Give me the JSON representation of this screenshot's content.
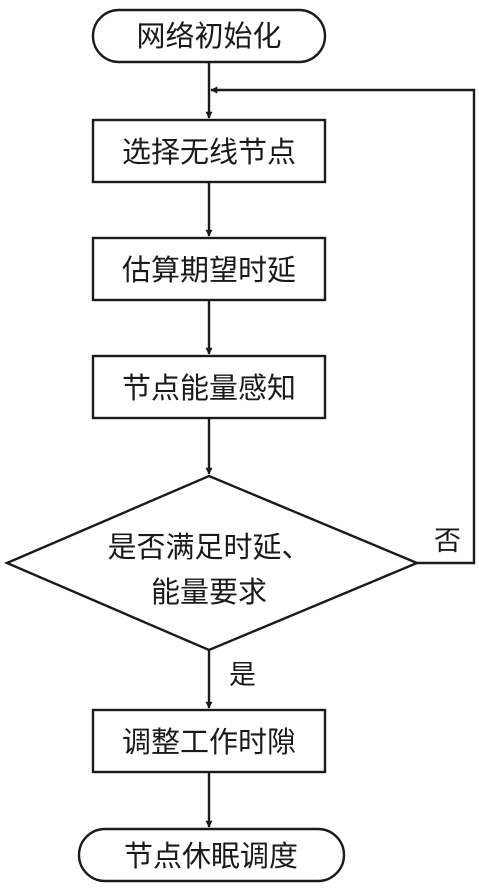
{
  "flowchart": {
    "start": "网络初始化",
    "step1": "选择无线节点",
    "step2": "估算期望时延",
    "step3": "节点能量感知",
    "decision": {
      "line1": "是否满足时延、",
      "line2": "能量要求"
    },
    "step4": "调整工作时隙",
    "end": "节点休眠调度",
    "label_no": "否",
    "label_yes": "是"
  }
}
